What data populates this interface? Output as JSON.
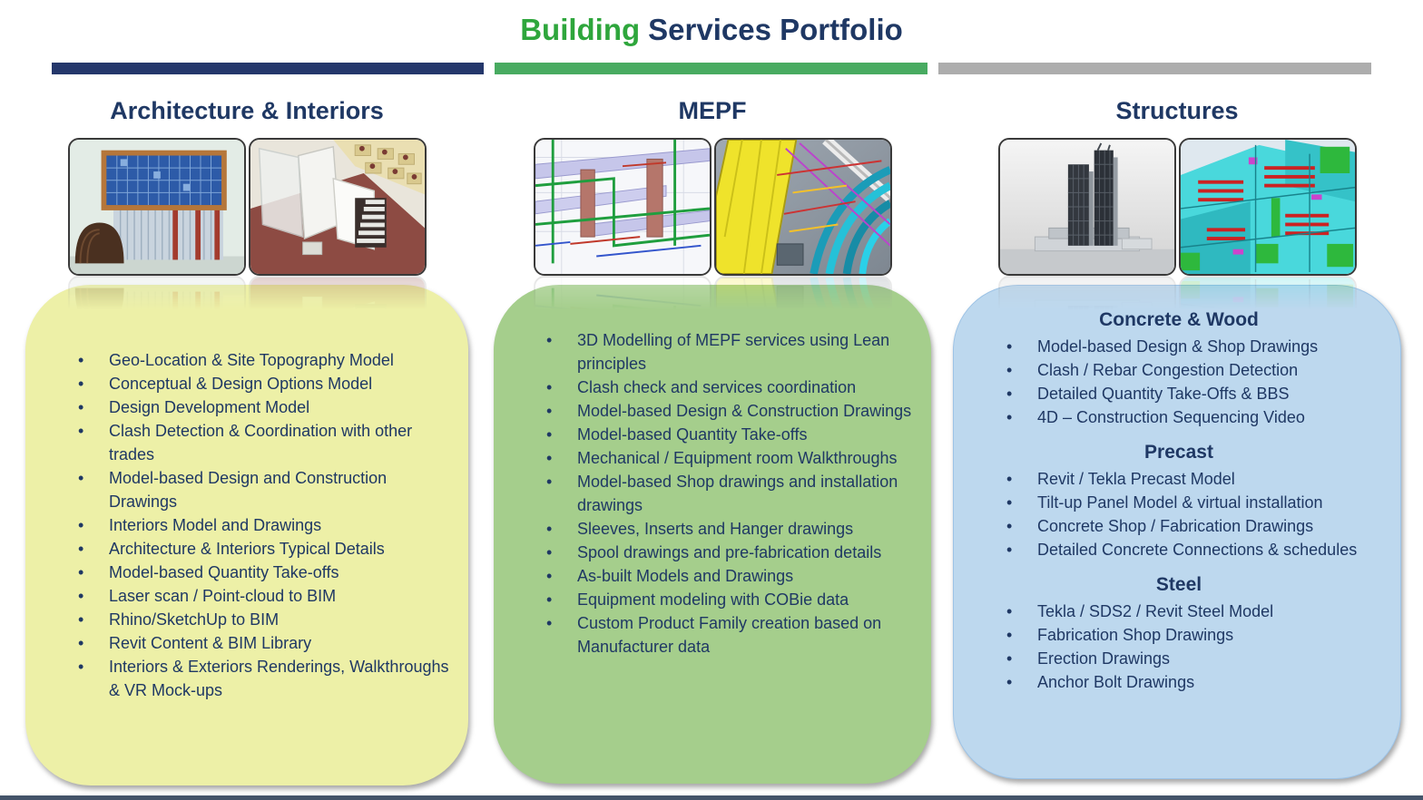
{
  "title": {
    "part1": "Building",
    "part2": "Services Portfolio"
  },
  "colors": {
    "title_green": "#2ea63c",
    "title_navy": "#1f3864",
    "bar_navy": "#24376b",
    "bar_green": "#48ab61",
    "bar_gray": "#adadad",
    "panel_yellow": "#edf0a7",
    "panel_green": "#a5ce8c",
    "panel_blue": "#bdd8ee",
    "bullet_text": "#1f3864"
  },
  "columns": [
    {
      "heading": "Architecture & Interiors",
      "images": [
        "building-exterior-render",
        "interior-office-render"
      ],
      "sections": [
        {
          "heading": null,
          "bullets": [
            "Geo-Location & Site Topography Model",
            "Conceptual & Design Options Model",
            "Design Development Model",
            "Clash Detection & Coordination with other trades",
            "Model-based Design and Construction Drawings",
            "Interiors Model and Drawings",
            "Architecture & Interiors Typical Details",
            "Model-based Quantity Take-offs",
            "Laser scan / Point-cloud to BIM",
            "Rhino/SketchUp to BIM",
            "Revit Content & BIM Library",
            "Interiors & Exteriors Renderings, Walkthroughs & VR Mock-ups"
          ]
        }
      ]
    },
    {
      "heading": "MEPF",
      "images": [
        "mepf-coordination-model-render",
        "mepf-ducting-piping-render"
      ],
      "sections": [
        {
          "heading": null,
          "bullets": [
            "3D Modelling of MEPF services using Lean principles",
            "Clash check and services coordination",
            "Model-based Design & Construction Drawings",
            "Model-based Quantity Take-offs",
            "Mechanical / Equipment room Walkthroughs",
            "Model-based Shop drawings and installation drawings",
            "Sleeves, Inserts and Hanger drawings",
            "Spool drawings and pre-fabrication details",
            "As-built Models and Drawings",
            "Equipment modeling with COBie data",
            "Custom Product Family creation based on Manufacturer data"
          ]
        }
      ]
    },
    {
      "heading": "Structures",
      "images": [
        "highrise-towers-render",
        "rebar-structure-model-render"
      ],
      "sections": [
        {
          "heading": "Concrete & Wood",
          "bullets": [
            "Model-based Design & Shop Drawings",
            "Clash / Rebar Congestion Detection",
            "Detailed Quantity Take-Offs & BBS",
            "4D – Construction Sequencing Video"
          ]
        },
        {
          "heading": "Precast",
          "bullets": [
            "Revit / Tekla Precast Model",
            "Tilt-up Panel Model & virtual installation",
            "Concrete Shop / Fabrication Drawings",
            "Detailed Concrete Connections & schedules"
          ]
        },
        {
          "heading": "Steel",
          "bullets": [
            "Tekla / SDS2 / Revit Steel Model",
            "Fabrication Shop Drawings",
            "Erection Drawings",
            "Anchor Bolt Drawings"
          ]
        }
      ]
    }
  ]
}
